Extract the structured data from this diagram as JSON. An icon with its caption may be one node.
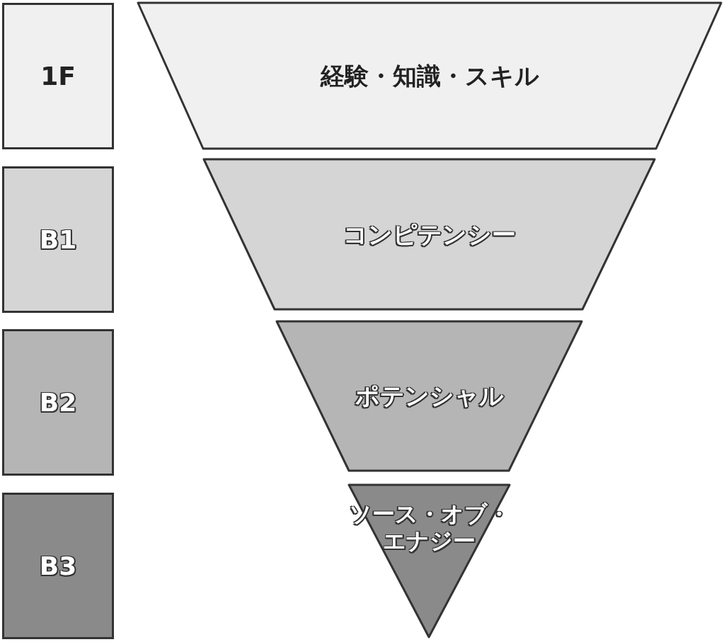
{
  "diagram": {
    "nodes": [
      {
        "text": [
          "1F"
        ]
      },
      {
        "text": [
          "B1"
        ]
      },
      {
        "text": [
          "B2"
        ]
      },
      {
        "text": [
          "B3"
        ]
      },
      {
        "text": [
          "経験・知識・スキル"
        ]
      },
      {
        "text": [
          "コンピテンシー"
        ]
      },
      {
        "text": [
          "ポテンシャル"
        ]
      },
      {
        "text": [
          "ソース・オブ・エナジー"
        ]
      }
    ]
  }
}
